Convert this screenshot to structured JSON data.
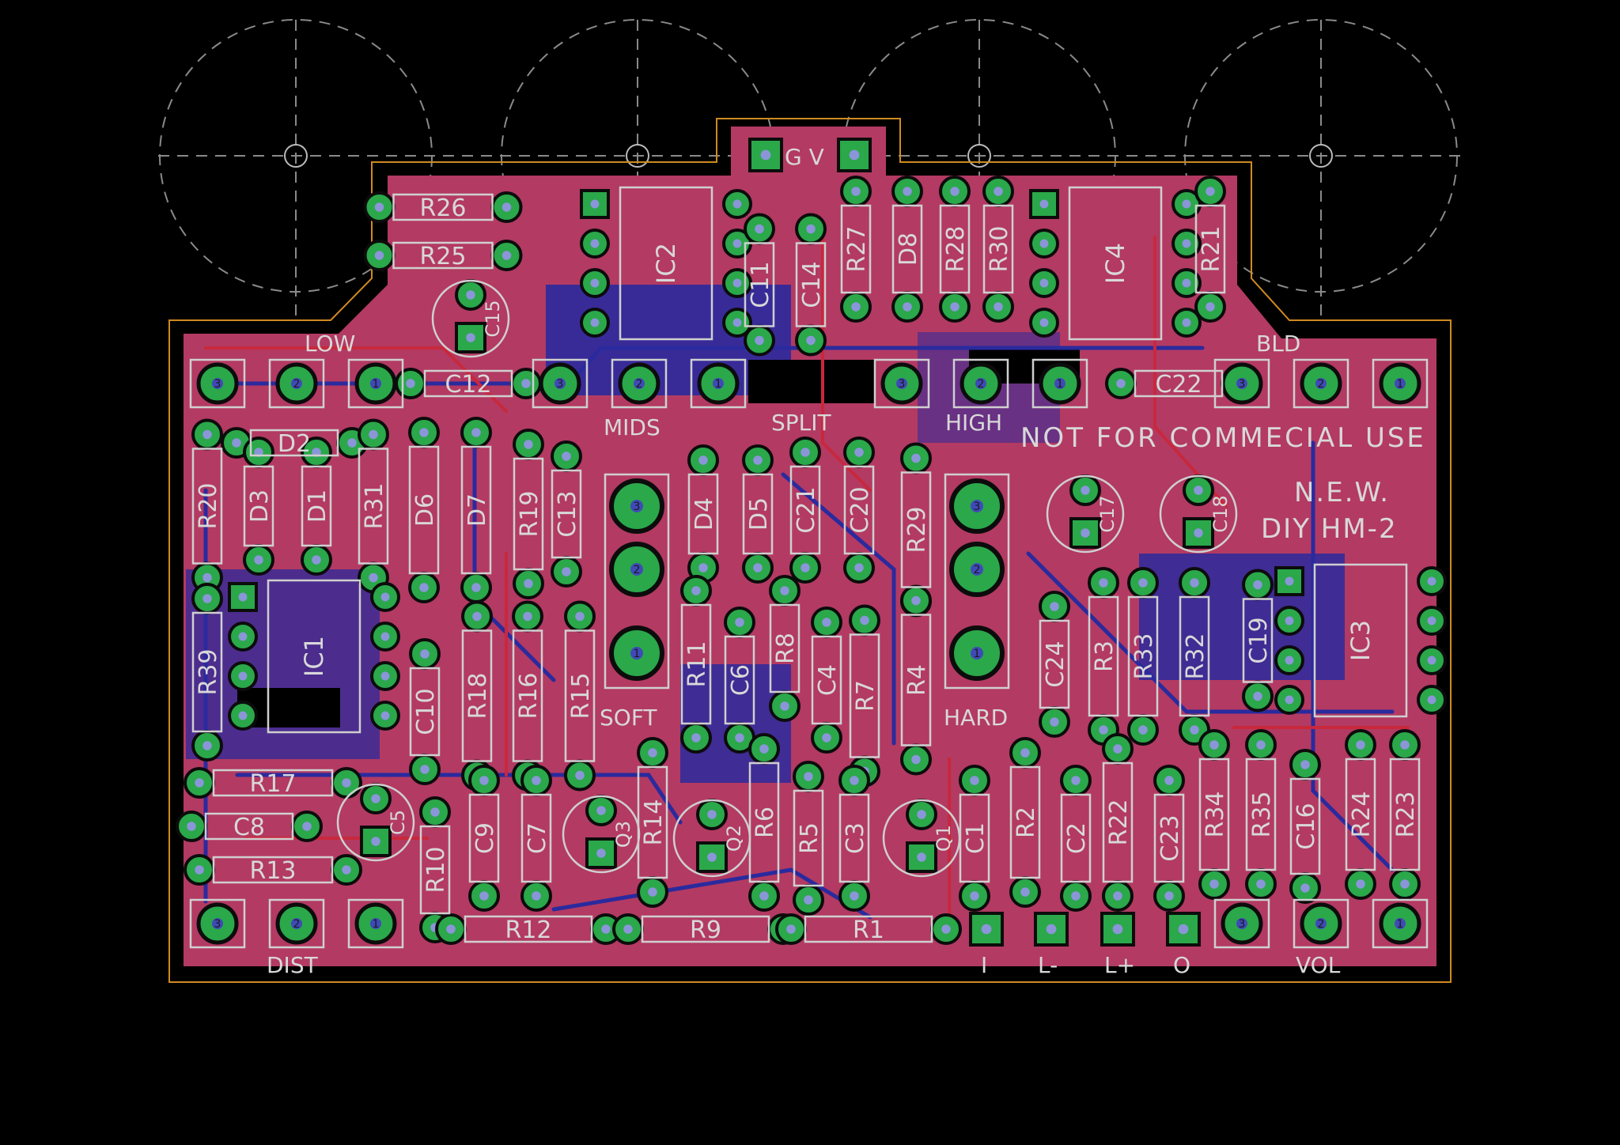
{
  "colors": {
    "background": "#000000",
    "board": "#b33a62",
    "bottom_copper": "#2a2a9e",
    "top_copper": "#c8283c",
    "pad": "#2aa84a",
    "pad_outline": "#0c0c0c",
    "silkscreen": "#d8d8d8",
    "outline": "#d08a20"
  },
  "text": {
    "header_power": "G V",
    "notice": "NOT FOR COMMECIAL USE",
    "brand_line1": "N.E.W.",
    "brand_line2": "DIY  HM-2"
  },
  "pot_labels": [
    "LOW",
    "MIDS",
    "SPLIT",
    "HIGH",
    "BLD",
    "DIST",
    "VOL"
  ],
  "switch_labels": [
    "SOFT",
    "HARD"
  ],
  "io_labels": [
    "I",
    "L-",
    "L+",
    "O"
  ],
  "pin_numbers": [
    "3",
    "2",
    "1"
  ],
  "components": [
    {
      "ref": "R26"
    },
    {
      "ref": "R25"
    },
    {
      "ref": "C15"
    },
    {
      "ref": "IC2"
    },
    {
      "ref": "C11"
    },
    {
      "ref": "C14"
    },
    {
      "ref": "R27"
    },
    {
      "ref": "D8"
    },
    {
      "ref": "R28"
    },
    {
      "ref": "R30"
    },
    {
      "ref": "IC4"
    },
    {
      "ref": "R21"
    },
    {
      "ref": "C12"
    },
    {
      "ref": "C22"
    },
    {
      "ref": "D2"
    },
    {
      "ref": "R20"
    },
    {
      "ref": "D3"
    },
    {
      "ref": "D1"
    },
    {
      "ref": "R31"
    },
    {
      "ref": "D6"
    },
    {
      "ref": "D7"
    },
    {
      "ref": "R19"
    },
    {
      "ref": "C13"
    },
    {
      "ref": "D4"
    },
    {
      "ref": "D5"
    },
    {
      "ref": "C21"
    },
    {
      "ref": "C20"
    },
    {
      "ref": "R29"
    },
    {
      "ref": "C17"
    },
    {
      "ref": "C18"
    },
    {
      "ref": "IC1"
    },
    {
      "ref": "R39"
    },
    {
      "ref": "C10"
    },
    {
      "ref": "R18"
    },
    {
      "ref": "R16"
    },
    {
      "ref": "R15"
    },
    {
      "ref": "R11"
    },
    {
      "ref": "C6"
    },
    {
      "ref": "R8"
    },
    {
      "ref": "C4"
    },
    {
      "ref": "R7"
    },
    {
      "ref": "R4"
    },
    {
      "ref": "C24"
    },
    {
      "ref": "R3"
    },
    {
      "ref": "R33"
    },
    {
      "ref": "R32"
    },
    {
      "ref": "C19"
    },
    {
      "ref": "IC3"
    },
    {
      "ref": "R17"
    },
    {
      "ref": "C8"
    },
    {
      "ref": "R13"
    },
    {
      "ref": "C5"
    },
    {
      "ref": "R10"
    },
    {
      "ref": "C9"
    },
    {
      "ref": "C7"
    },
    {
      "ref": "Q3"
    },
    {
      "ref": "R14"
    },
    {
      "ref": "Q2"
    },
    {
      "ref": "R6"
    },
    {
      "ref": "R5"
    },
    {
      "ref": "C3"
    },
    {
      "ref": "Q1"
    },
    {
      "ref": "C1"
    },
    {
      "ref": "R2"
    },
    {
      "ref": "C2"
    },
    {
      "ref": "R22"
    },
    {
      "ref": "C23"
    },
    {
      "ref": "R34"
    },
    {
      "ref": "R35"
    },
    {
      "ref": "C16"
    },
    {
      "ref": "R24"
    },
    {
      "ref": "R23"
    },
    {
      "ref": "R12"
    },
    {
      "ref": "R9"
    },
    {
      "ref": "R1"
    }
  ]
}
